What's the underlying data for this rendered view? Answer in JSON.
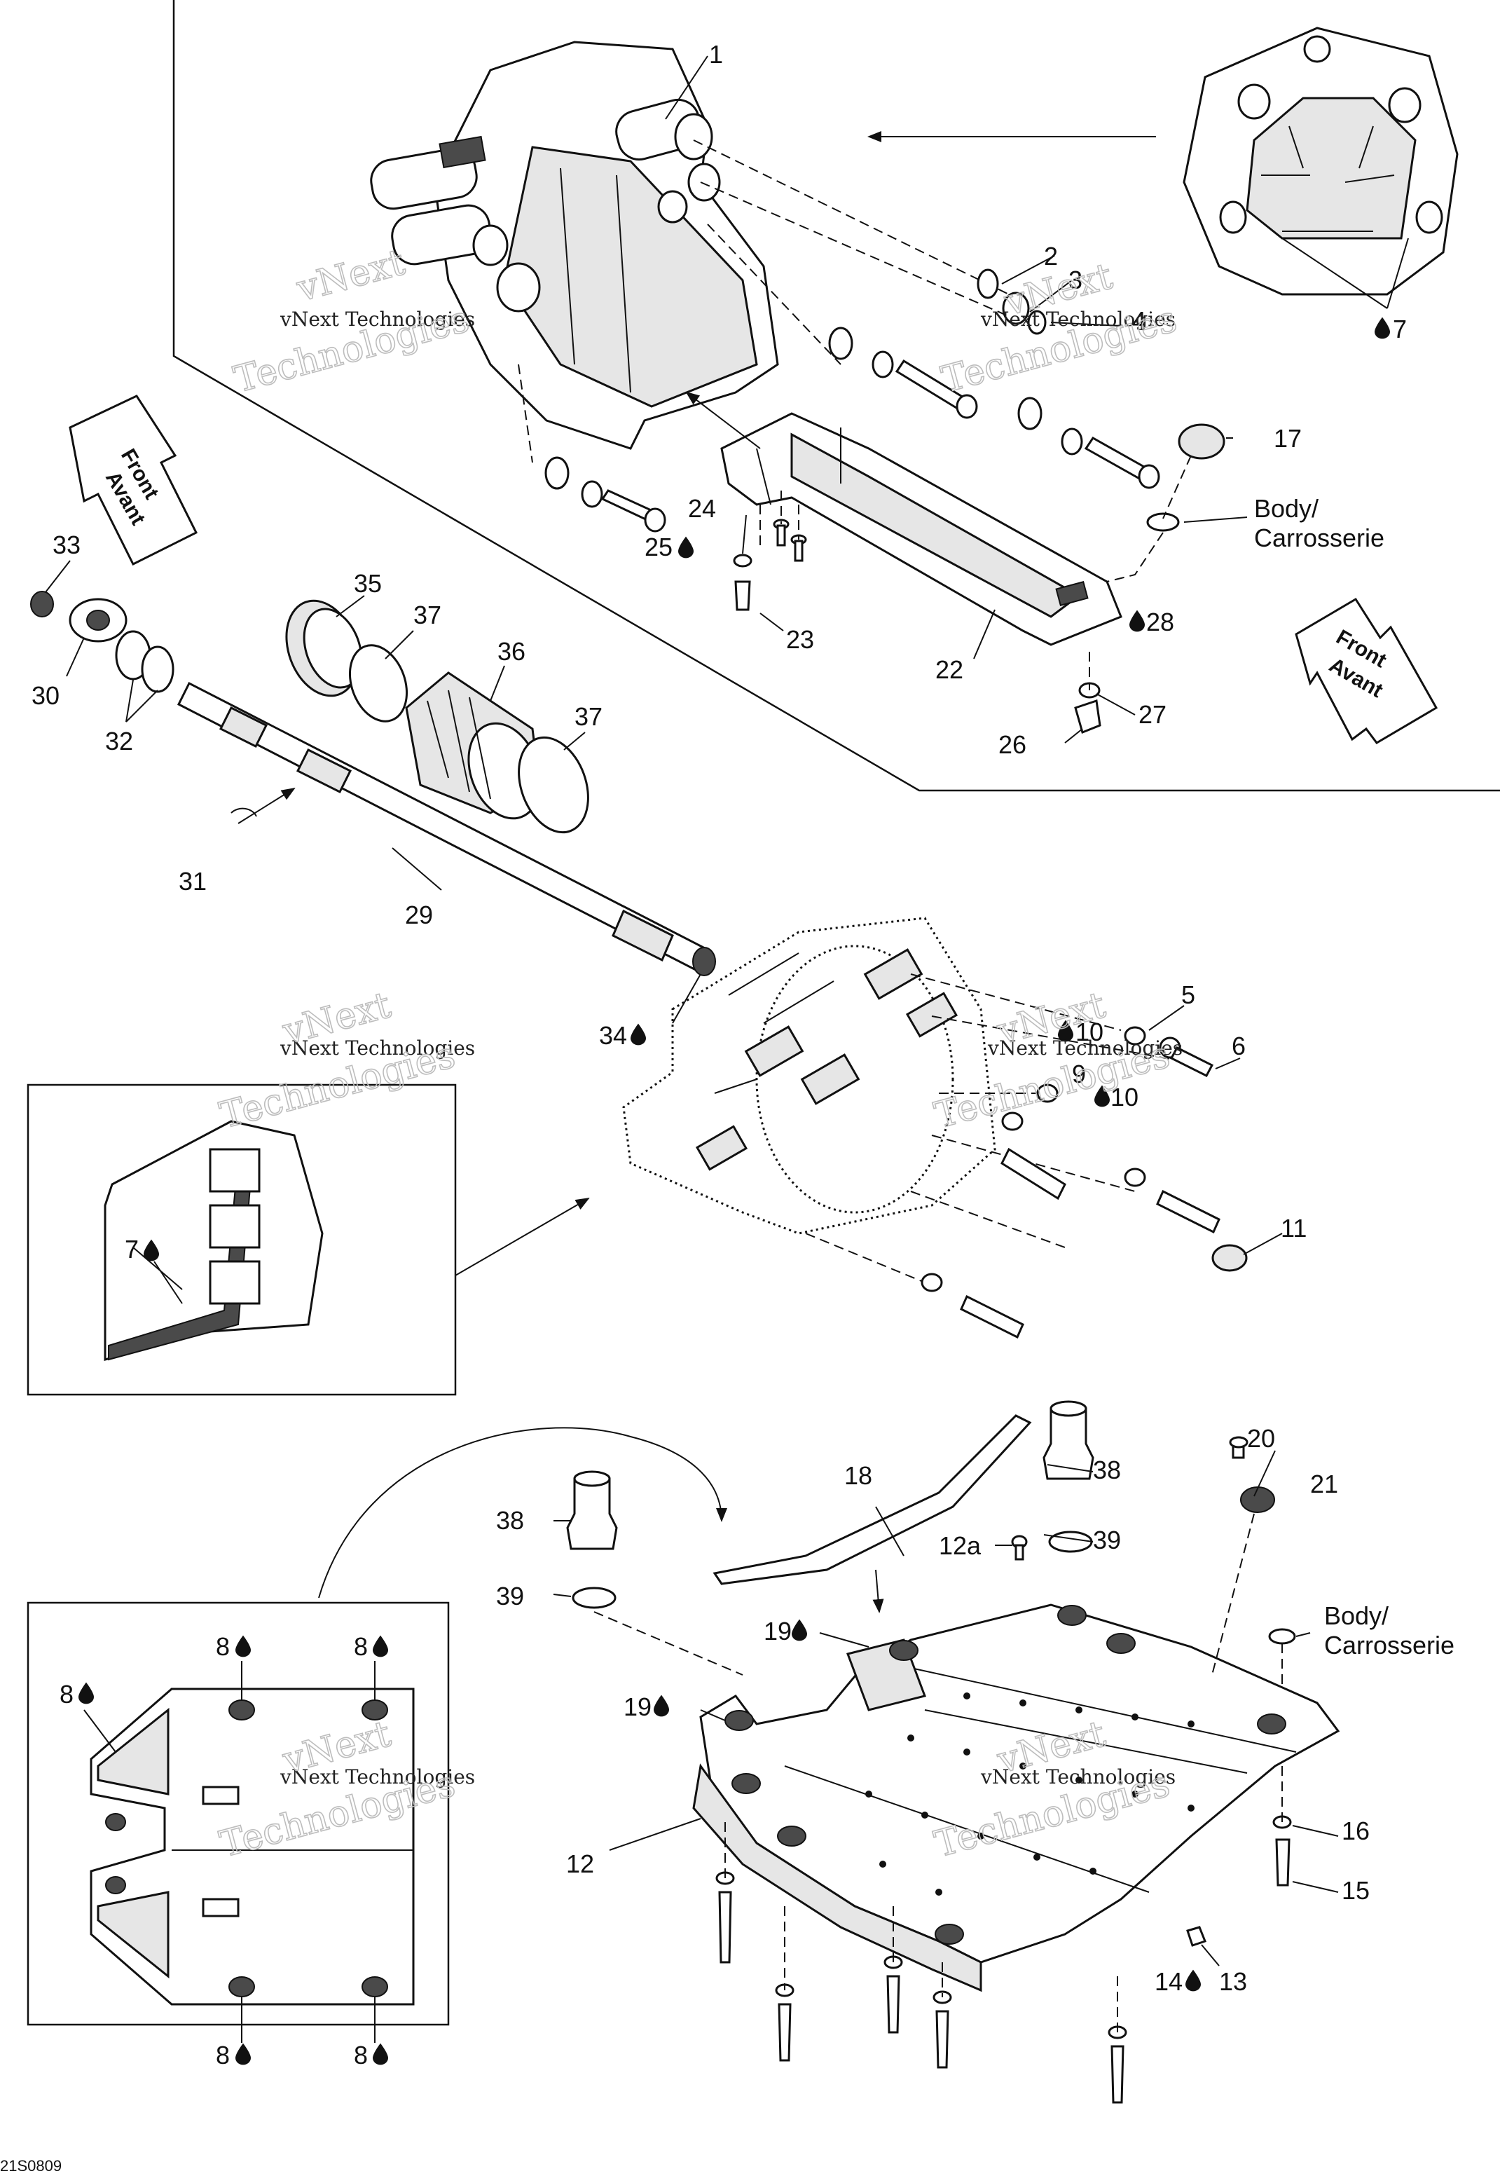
{
  "diagram_code": "21S0809",
  "watermark": {
    "line1": "vNext Technologies",
    "big1": "vNext",
    "big2": "Technologies"
  },
  "arrows": {
    "front_en": "Front",
    "front_fr": "Avant"
  },
  "body_labels": {
    "body": "Body/",
    "carrosserie": "Carrosserie"
  },
  "callouts": {
    "c1": "1",
    "c2": "2",
    "c3": "3",
    "c4": "4",
    "c5": "5",
    "c6": "6",
    "c7": "7",
    "c8": "8",
    "c9": "9",
    "c10": "10",
    "c11": "11",
    "c12": "12",
    "c12a": "12a",
    "c13": "13",
    "c14": "14",
    "c15": "15",
    "c16": "16",
    "c17": "17",
    "c18": "18",
    "c19": "19",
    "c20": "20",
    "c21": "21",
    "c22": "22",
    "c23": "23",
    "c24": "24",
    "c25": "25",
    "c26": "26",
    "c27": "27",
    "c28": "28",
    "c29": "29",
    "c30": "30",
    "c31": "31",
    "c32": "32",
    "c33": "33",
    "c34": "34",
    "c35": "35",
    "c36": "36",
    "c37": "37",
    "c38": "38",
    "c39": "39"
  },
  "icons": {
    "sealant_drop": "sealant-drop-icon",
    "front_arrow": "front-arrow-icon"
  },
  "colors": {
    "line": "#111111",
    "background": "#ffffff",
    "watermark": "#bdbdbd"
  }
}
